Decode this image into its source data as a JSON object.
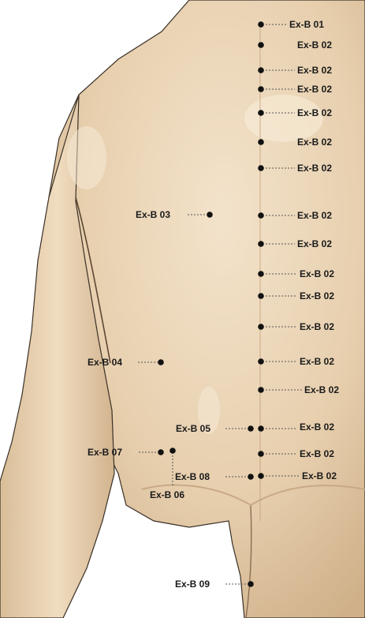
{
  "labels": {
    "b01": "Ex-B 01",
    "b02": "Ex-B 02",
    "b03": "Ex-B 03",
    "b04": "Ex-B 04",
    "b05": "Ex-B 05",
    "b06": "Ex-B 06",
    "b07": "Ex-B 07",
    "b08": "Ex-B 08",
    "b09": "Ex-B 09"
  },
  "colors": {
    "skin": "#e9d3b5",
    "skin_shadow": "#cdb08c",
    "outline": "#3a3026",
    "point": "#111111"
  }
}
